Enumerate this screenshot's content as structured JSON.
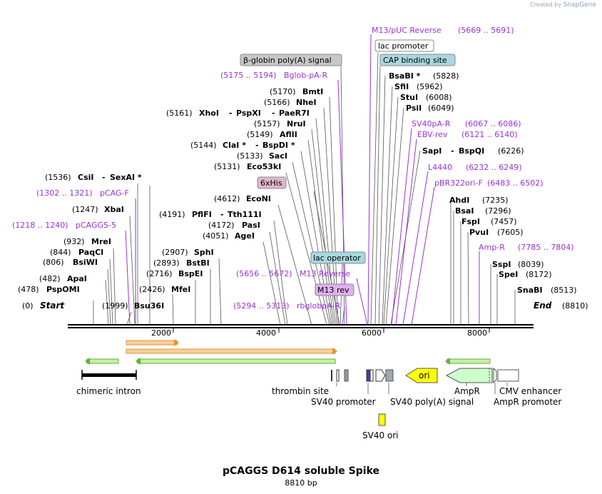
{
  "credit": {
    "prefix": "Created by",
    "brand": "SnapGene"
  },
  "title": "pCAGGS D614 soluble Spike",
  "subtitle": "8810 bp",
  "colors": {
    "site": "#000000",
    "primer": "#9b30d9",
    "orange_feature": "#f5a623",
    "green_feature": "#4caf50",
    "ori": "#ffff00",
    "ampr": "#ccffcc",
    "sv40_poly": "#a0a8b0",
    "sv40_ori": "#ffff00"
  },
  "axis": {
    "ticks": [
      "2000",
      "4000",
      "6000",
      "8000"
    ]
  },
  "start_end": {
    "start_num": "(0)",
    "start": "Start",
    "end": "End",
    "end_num": "(8810)"
  },
  "labels": {
    "CAGGS-5": "(1218 .. 1240)",
    "CAG-F": "(1302 .. 1321)",
    "M13_rev_primer": "(5656 .. 5672)",
    "rbglobpA": "(5294 .. 5313)",
    "Bglob": "(5175 .. 5194)",
    "M13pUC": "(5669 .. 5691)",
    "SV40pA": "(6067 .. 6086)",
    "EBV": "(6121 .. 6140)",
    "L4440": "(6232 .. 6249)",
    "pBR322": "(6483 .. 6502)",
    "AmpR_primer": "(7785 .. 7804)"
  },
  "sites_left": [
    {
      "num": "(478)",
      "name": "PspOMI"
    },
    {
      "num": "(482)",
      "name": "ApaI"
    },
    {
      "num": "(806)",
      "name": "BsiWI"
    },
    {
      "num": "(844)",
      "name": "PaqCI"
    },
    {
      "num": "(932)",
      "name": "MreI"
    },
    {
      "num": "(1247)",
      "name": "XbaI"
    },
    {
      "num": "(1536)",
      "name": "CsiI",
      "extra": "SexAI *"
    },
    {
      "num": "(1999)",
      "name": "Bsu36I"
    },
    {
      "num": "(2426)",
      "name": "MfeI"
    },
    {
      "num": "(2716)",
      "name": "BspEI"
    },
    {
      "num": "(2893)",
      "name": "BstBI"
    },
    {
      "num": "(2907)",
      "name": "SphI"
    },
    {
      "num": "(4051)",
      "name": "AgeI"
    },
    {
      "num": "(4172)",
      "name": "PasI"
    },
    {
      "num": "(4191)",
      "name": "PflFI",
      "extra": "Tth111I"
    },
    {
      "num": "(4612)",
      "name": "EcoNI"
    },
    {
      "num": "(5131)",
      "name": "Eco53kI"
    },
    {
      "num": "(5133)",
      "name": "SacI"
    },
    {
      "num": "(5144)",
      "name": "ClaI *",
      "extra": "BspDI *"
    },
    {
      "num": "(5149)",
      "name": "AflII"
    },
    {
      "num": "(5157)",
      "name": "NruI"
    },
    {
      "num": "(5161)",
      "name": "XhoI",
      "extra": "PspXI",
      "extra2": "PaeR7I"
    },
    {
      "num": "(5166)",
      "name": "NheI"
    },
    {
      "num": "(5170)",
      "name": "BmtI"
    }
  ],
  "sites_right": [
    {
      "name": "BsaBI *",
      "num": "(5828)"
    },
    {
      "name": "SfiI",
      "num": "(5962)"
    },
    {
      "name": "StuI",
      "num": "(6008)"
    },
    {
      "name": "PsiI",
      "num": "(6049)"
    },
    {
      "name": "SapI",
      "extra": "BspQI",
      "num": "(6226)"
    },
    {
      "name": "AhdI",
      "num": "(7235)"
    },
    {
      "name": "BsaI",
      "num": "(7296)"
    },
    {
      "name": "FspI",
      "num": "(7457)"
    },
    {
      "name": "PvuI",
      "num": "(7605)"
    },
    {
      "name": "SspI",
      "num": "(8039)"
    },
    {
      "name": "SpeI",
      "num": "(8172)"
    },
    {
      "name": "SnaBI",
      "num": "(8513)"
    }
  ],
  "primers": {
    "CAGGS-5": "pCAGGS-5",
    "CAG-F": "pCAG-F",
    "M13_rev_primer": "M13 Reverse",
    "rbglobpA": "rbglobpA-R",
    "Bglob": "Bglob-pA-R",
    "M13pUC": "M13/pUC Reverse",
    "SV40pA": "SV40pA-R",
    "EBV": "EBV-rev",
    "L4440": "L4440",
    "pBR322": "pBR322ori-F",
    "AmpR_primer": "Amp-R"
  },
  "boxed": {
    "beta_globin": "β-globin poly(A) signal",
    "lac_promoter": "lac promoter",
    "cap_site": "CAP binding site",
    "his6": "6xHis",
    "lac_operator": "lac operator",
    "m13rev_box": "M13 rev"
  },
  "features": {
    "chimeric_intron": "chimeric intron",
    "thrombin": "thrombin site",
    "sv40_promoter": "SV40 promoter",
    "sv40_polyA": "SV40 poly(A) signal",
    "ori": "ori",
    "ampr": "AmpR",
    "ampr_promoter": "AmpR promoter",
    "cmv": "CMV enhancer",
    "sv40_ori": "SV40 ori"
  }
}
